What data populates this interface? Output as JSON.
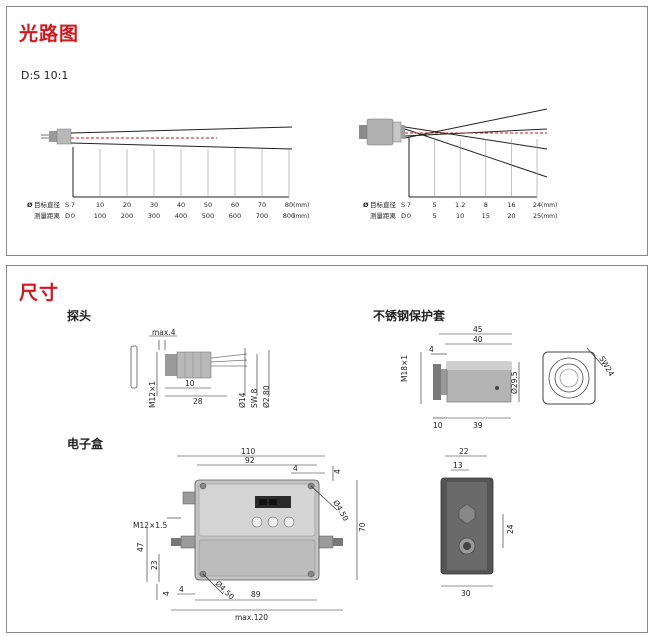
{
  "optics": {
    "title": "光路图",
    "ratio": "D:S 10:1",
    "left": {
      "spot_label": "目标直径",
      "spot_letter": "S",
      "dist_label": "测量距离",
      "dist_letter": "D",
      "spot_values": [
        "7",
        "10",
        "20",
        "30",
        "40",
        "50",
        "60",
        "70",
        "80"
      ],
      "dist_values": [
        "0",
        "100",
        "200",
        "300",
        "400",
        "500",
        "600",
        "700",
        "800"
      ],
      "unit": "(mm)"
    },
    "right": {
      "spot_label": "目标直径",
      "spot_letter": "S",
      "dist_label": "测量距离",
      "dist_letter": "D",
      "spot_values": [
        "7",
        "5",
        "1.2",
        "8",
        "16",
        "24"
      ],
      "dist_values": [
        "0",
        "5",
        "10",
        "15",
        "20",
        "25"
      ],
      "unit": "(mm)"
    }
  },
  "dims": {
    "title": "尺寸",
    "probe": {
      "label": "探头",
      "max4": "max.4",
      "m12": "M12×1",
      "d10": "10",
      "d28": "28",
      "phi14": "Ø14",
      "sw8": "SW 8",
      "phi280": "Ø2.80"
    },
    "sleeve": {
      "label": "不锈钢保护套",
      "d45": "45",
      "d40": "40",
      "d4": "4",
      "m18": "M18×1",
      "phi295": "Ø29.5",
      "d10": "10",
      "d39": "39",
      "sw24": "SW24"
    },
    "box": {
      "label": "电子盒",
      "d110": "110",
      "d92": "92",
      "d4top": "4",
      "d4right": "4",
      "phi450a": "Ø4.50",
      "phi450b": "Ø4.50",
      "m12x15": "M12×1.5",
      "d47": "47",
      "d23": "23",
      "d70": "70",
      "d4left": "4",
      "d4bottom": "4",
      "d89": "89",
      "max120": "max.120"
    },
    "side": {
      "d22": "22",
      "d13": "13",
      "d24": "24",
      "d30": "30"
    }
  }
}
